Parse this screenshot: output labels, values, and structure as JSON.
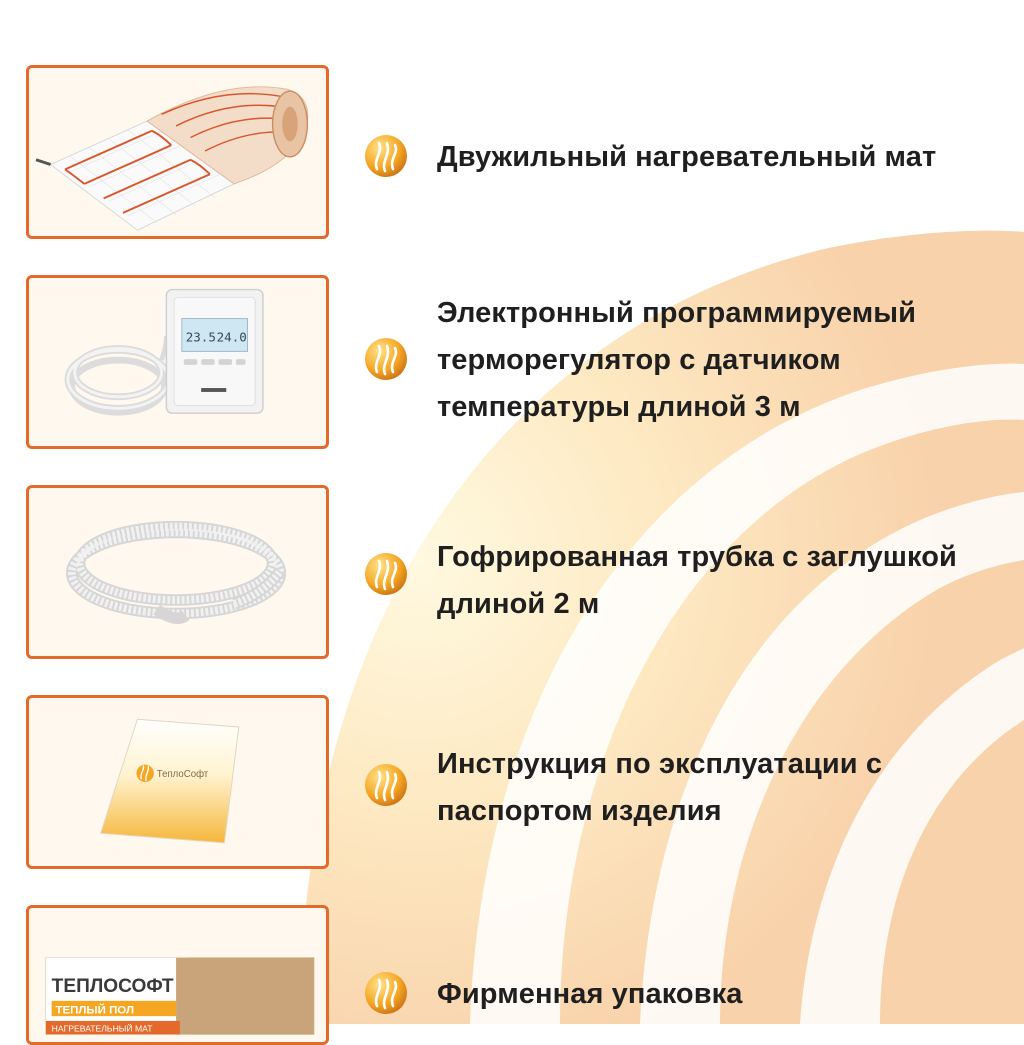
{
  "accent_color": "#e36a2b",
  "logo_icon": "teplosoft-flame-logo-icon",
  "items": [
    {
      "icon": "heating-mat-roll-image",
      "lines": [
        "Двужильный нагревательный мат"
      ]
    },
    {
      "icon": "thermostat-with-cable-image",
      "lines": [
        "Электронный программируемый",
        "терморегулятор с датчиком",
        "температуры длиной 3 м"
      ],
      "display": {
        "left": "23.5",
        "right": "24.0"
      }
    },
    {
      "icon": "corrugated-tube-coil-image",
      "lines": [
        "Гофрированная трубка  с заглушкой",
        "длиной 2 м"
      ]
    },
    {
      "icon": "instruction-booklet-image",
      "lines": [
        "Инструкция по эксплуатации с",
        "паспортом изделия"
      ],
      "booklet_brand": "ТеплоСофт"
    },
    {
      "icon": "branded-box-image",
      "lines": [
        "Фирменная упаковка"
      ],
      "box": {
        "brand": "ТЕПЛОСОФТ",
        "subtitle": "ТЕПЛЫЙ ПОЛ",
        "caption": "НАГРЕВАТЕЛЬНЫЙ МАТ"
      }
    }
  ]
}
